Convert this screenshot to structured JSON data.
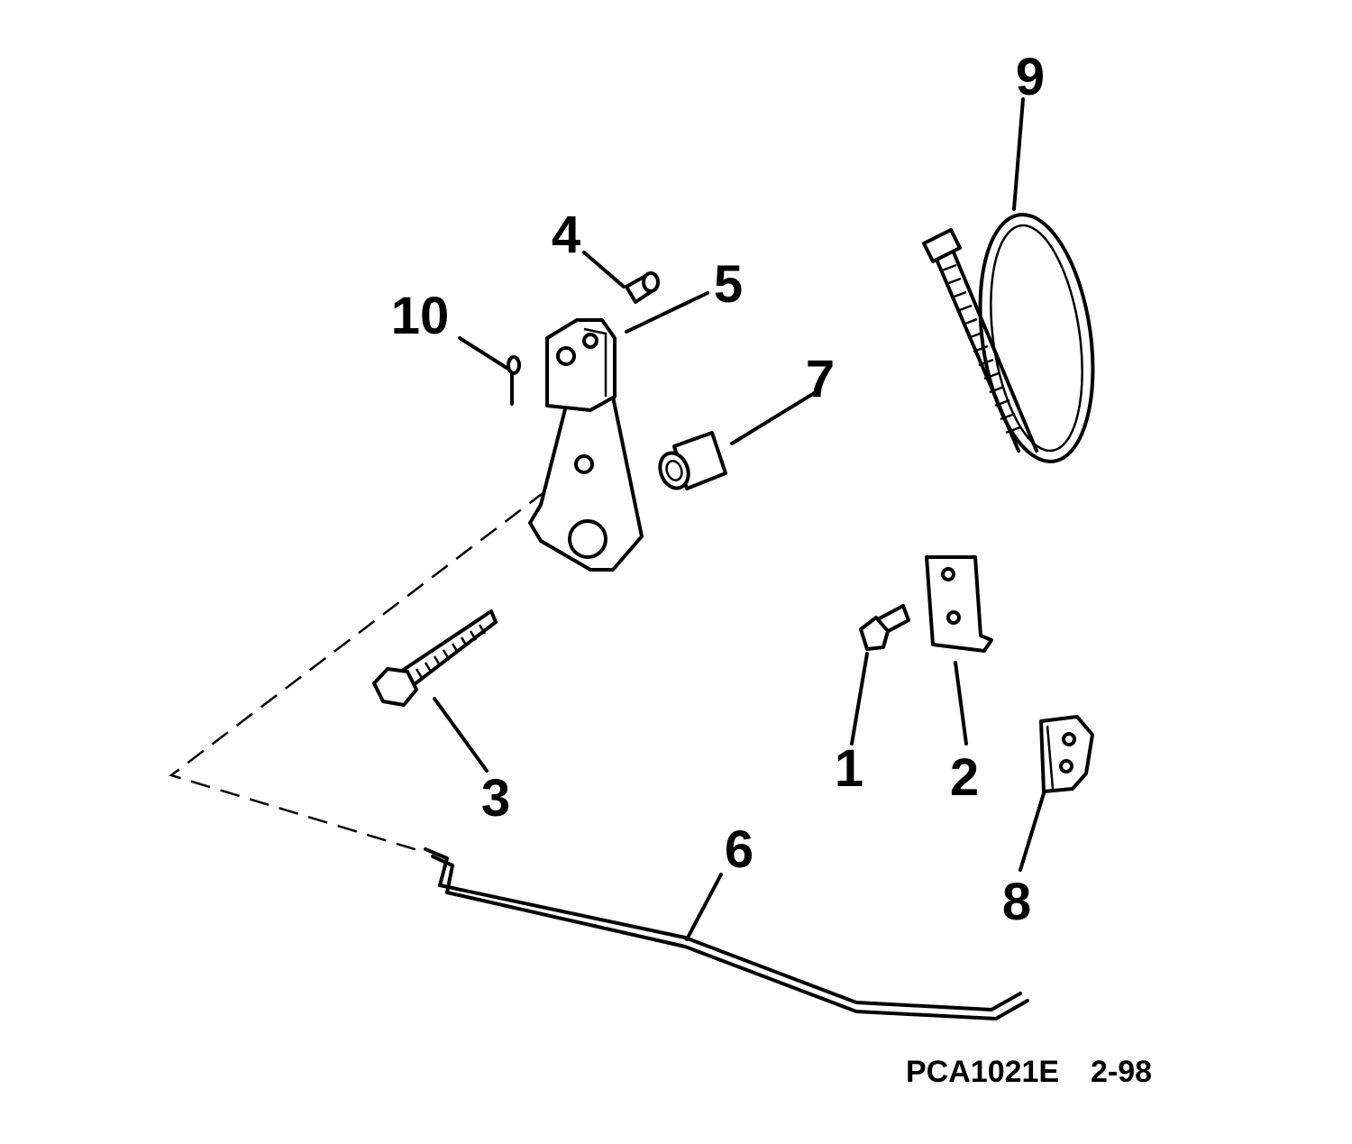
{
  "diagram": {
    "callouts": {
      "c1": "1",
      "c2": "2",
      "c3": "3",
      "c4": "4",
      "c5": "5",
      "c6": "6",
      "c7": "7",
      "c8": "8",
      "c9": "9",
      "c10": "10"
    },
    "caption": {
      "code": "PCA1021E",
      "date": "2-98"
    }
  }
}
